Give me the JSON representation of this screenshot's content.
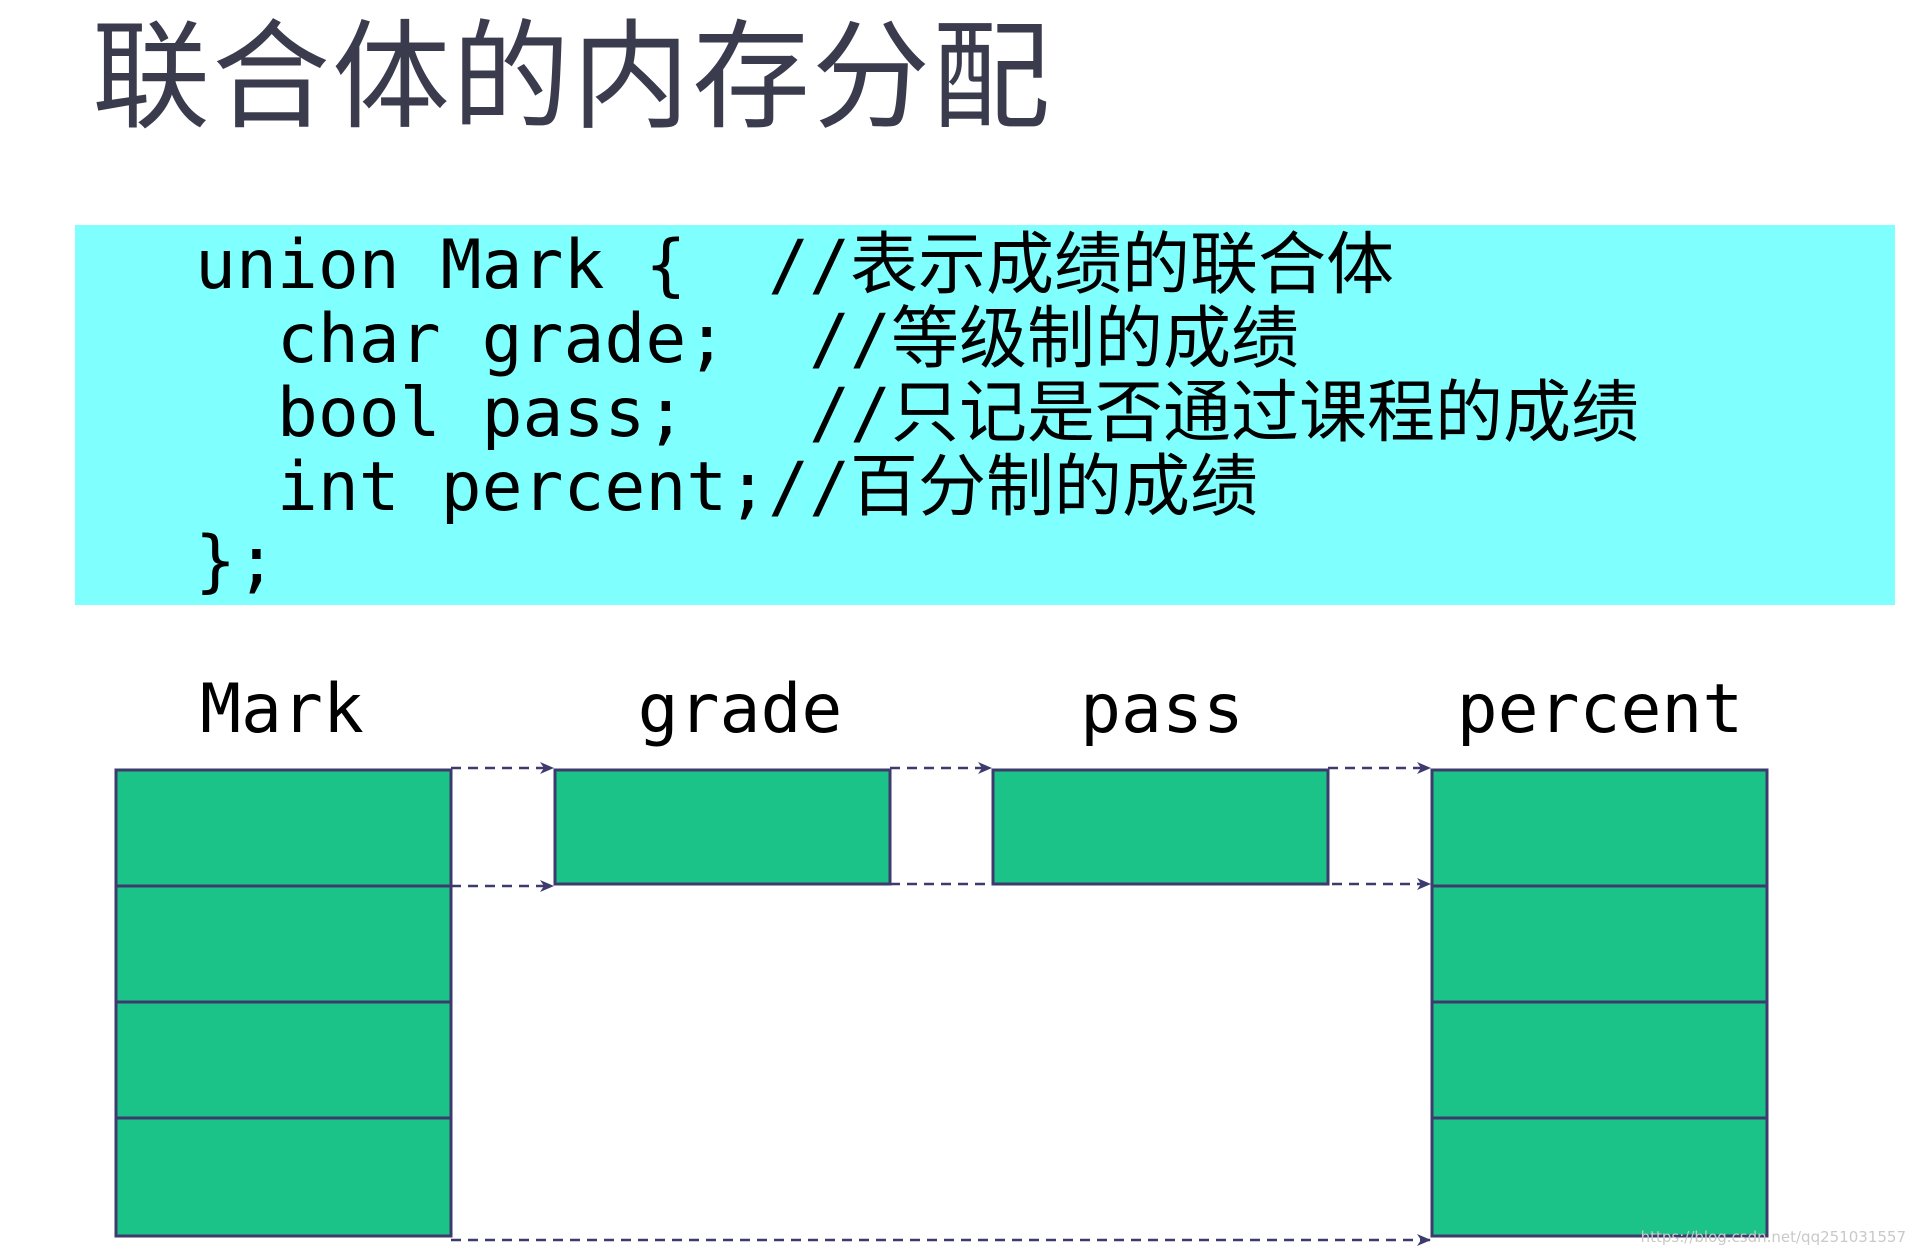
{
  "slide": {
    "title": "联合体的内存分配"
  },
  "code": {
    "background": "#80ffff",
    "lines": [
      "union Mark {  //表示成绩的联合体",
      "  char grade;  //等级制的成绩",
      "  bool pass;   //只记是否通过课程的成绩",
      "  int percent;//百分制的成绩",
      "};"
    ]
  },
  "diagram": {
    "cell_color": "#1cc388",
    "border_color": "#3d3b6e",
    "columns": [
      {
        "label": "Mark",
        "bytes": 4
      },
      {
        "label": "grade",
        "bytes": 1
      },
      {
        "label": "pass",
        "bytes": 1
      },
      {
        "label": "percent",
        "bytes": 4
      }
    ]
  },
  "watermark": "https://blog.csdn.net/qq251031557"
}
